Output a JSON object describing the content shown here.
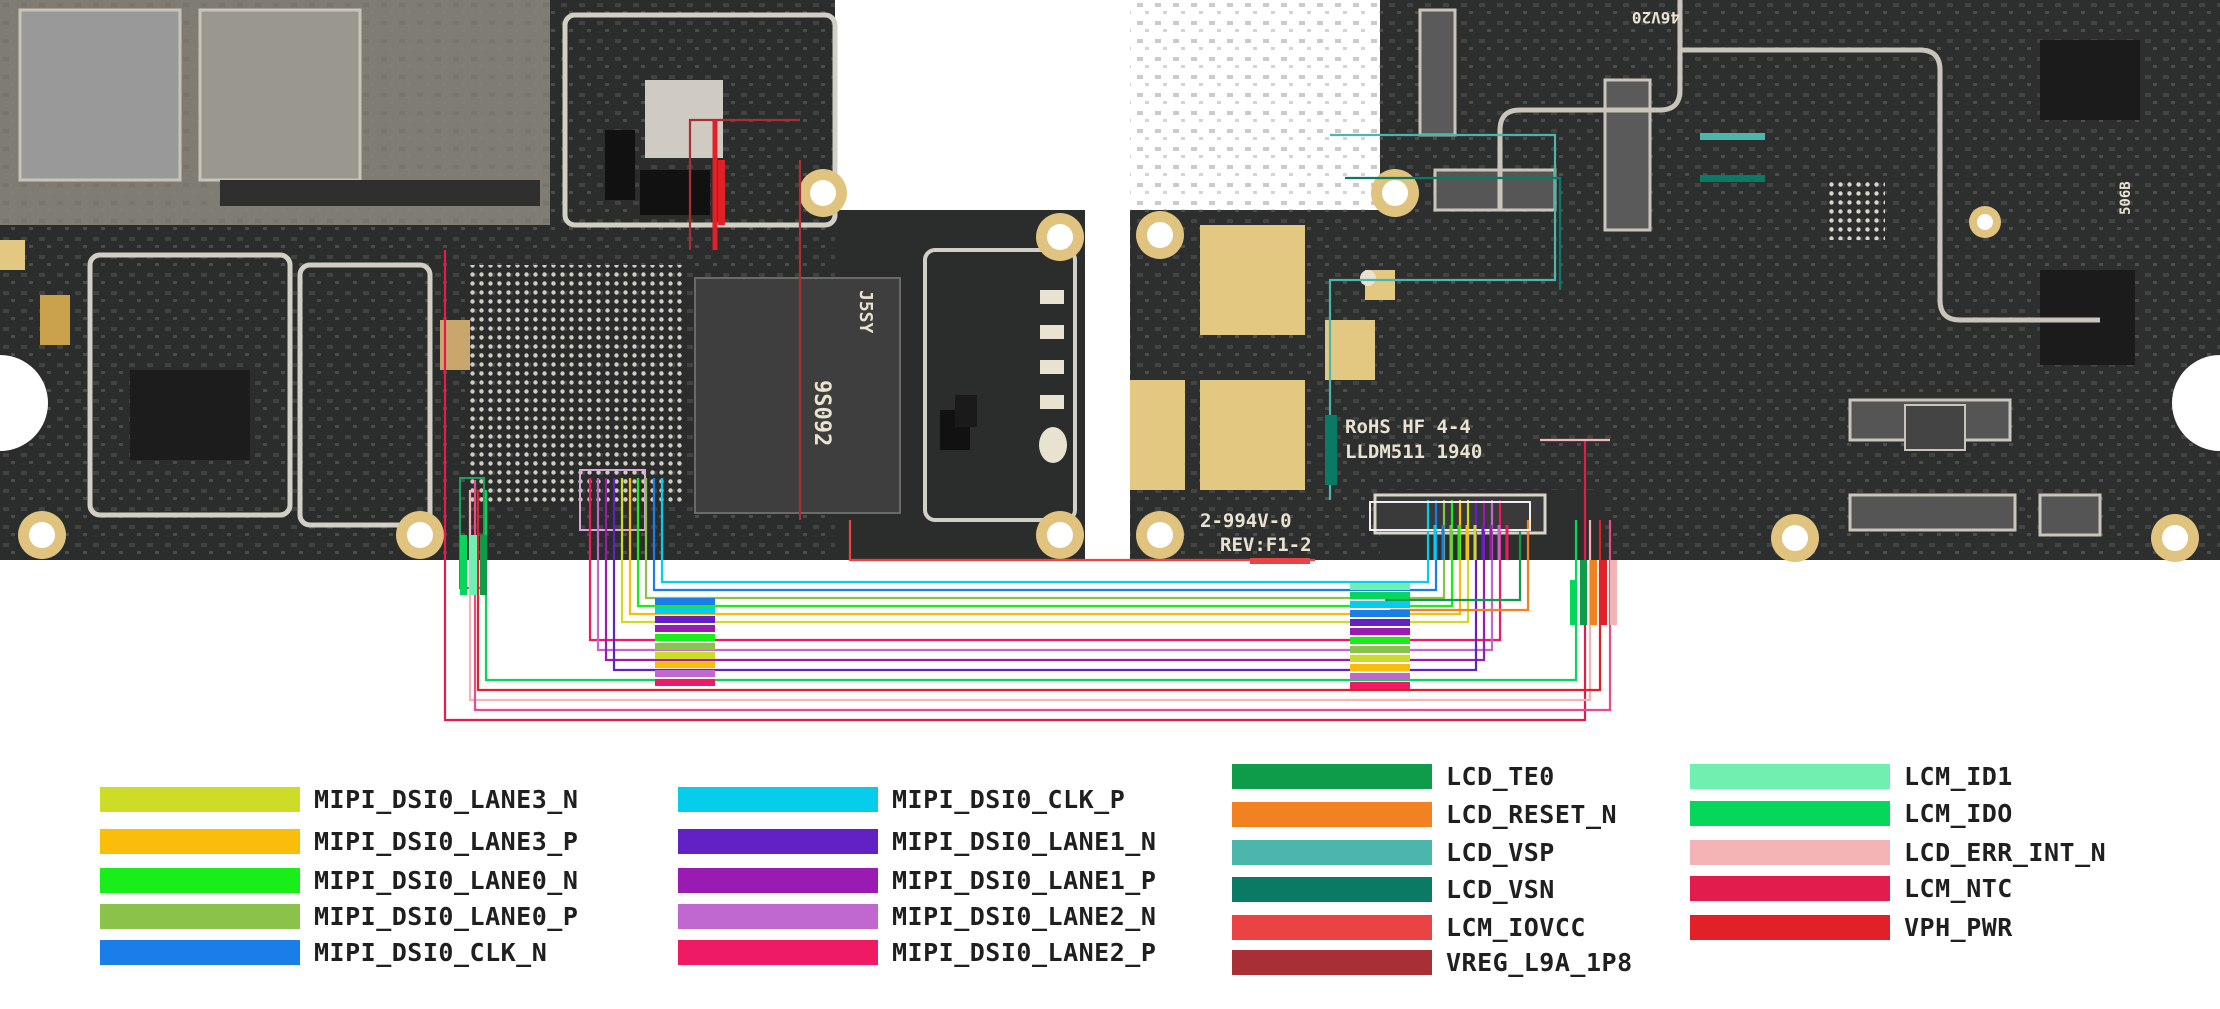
{
  "board_marks": {
    "rohs": "RoHS HF 4-4",
    "lldm": "LLDM511 1940",
    "part": "2-994V-0",
    "rev": "REV:F1-2",
    "chip": "9S092",
    "chip_code": "J5SY",
    "top_code": "46V20",
    "side_code": "506B"
  },
  "legend": {
    "columns": [
      [
        {
          "label": "MIPI_DSI0_LANE3_N",
          "color": "#cddc26"
        },
        {
          "label": "MIPI_DSI0_LANE3_P",
          "color": "#fbbd0b"
        },
        {
          "label": "MIPI_DSI0_LANE0_N",
          "color": "#19ee19"
        },
        {
          "label": "MIPI_DSI0_LANE0_P",
          "color": "#8bc34a"
        },
        {
          "label": "MIPI_DSI0_CLK_N",
          "color": "#1a7ee8"
        }
      ],
      [
        {
          "label": "MIPI_DSI0_CLK_P",
          "color": "#06cdeb"
        },
        {
          "label": "MIPI_DSI0_LANE1_N",
          "color": "#6121c4"
        },
        {
          "label": "MIPI_DSI0_LANE1_P",
          "color": "#9a1bb2"
        },
        {
          "label": "MIPI_DSI0_LANE2_N",
          "color": "#c067d0"
        },
        {
          "label": "MIPI_DSI0_LANE2_P",
          "color": "#ee1a63"
        }
      ],
      [
        {
          "label": "LCD_TE0",
          "color": "#0e9c4a"
        },
        {
          "label": "LCD_RESET_N",
          "color": "#f28221"
        },
        {
          "label": "LCD_VSP",
          "color": "#4db6ac"
        },
        {
          "label": "LCD_VSN",
          "color": "#0b7a64"
        },
        {
          "label": "LCM_IOVCC",
          "color": "#ea4343"
        },
        {
          "label": "VREG_L9A_1P8",
          "color": "#a72f35"
        }
      ],
      [
        {
          "label": "LCM_ID1",
          "color": "#6ff0b0"
        },
        {
          "label": "LCM_IDO",
          "color": "#06d65a"
        },
        {
          "label": "LCD_ERR_INT_N",
          "color": "#f4b3b5"
        },
        {
          "label": "LCM_NTC",
          "color": "#e31c4e"
        },
        {
          "label": "VPH_PWR",
          "color": "#e22027"
        }
      ]
    ]
  }
}
